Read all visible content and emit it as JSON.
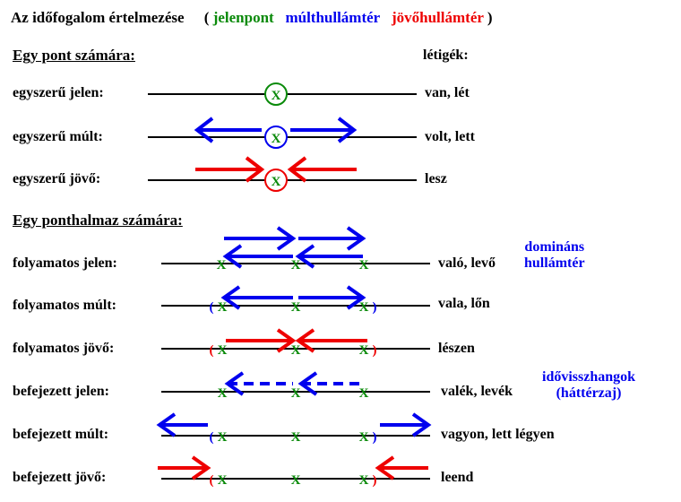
{
  "title": {
    "main": "Az időfogalom értelmezése",
    "open_paren": "(",
    "present": "jelenpont",
    "past": "múlthullámtér",
    "future": "jövőhullámtér",
    "close_paren": ")"
  },
  "colors": {
    "present": "#0a8a0a",
    "past": "#0000ee",
    "future": "#ee0000",
    "line": "#000000"
  },
  "section1": {
    "header": "Egy pont számára:",
    "verbs_header": "létigék:",
    "rows": [
      {
        "label": "egyszerű jelen:",
        "verb": "van, lét",
        "marker": "X"
      },
      {
        "label": "egyszerű múlt:",
        "verb": "volt, lett",
        "marker": "X"
      },
      {
        "label": "egyszerű jövő:",
        "verb": "lesz",
        "marker": "X"
      }
    ]
  },
  "section2": {
    "header": "Egy ponthalmaz számára:",
    "rows": [
      {
        "label": "folyamatos jelen:",
        "verb": "való, levő",
        "markers": [
          "X",
          "X",
          "X"
        ]
      },
      {
        "label": "folyamatos múlt:",
        "verb": "vala, lőn",
        "markers": [
          "X",
          "X",
          "X"
        ],
        "open": "(",
        "close": ")"
      },
      {
        "label": "folyamatos jövő:",
        "verb": "lészen",
        "markers": [
          "X",
          "X",
          "X"
        ],
        "open": "(",
        "close": ")"
      },
      {
        "label": "befejezett jelen:",
        "verb": "valék, levék",
        "markers": [
          "X",
          "X",
          "X"
        ]
      },
      {
        "label": "befejezett múlt:",
        "verb": "vagyon, lett légyen",
        "markers": [
          "X",
          "X",
          "X"
        ],
        "open": "(",
        "close": ")"
      },
      {
        "label": "befejezett jövő:",
        "verb": "leend",
        "markers": [
          "X",
          "X",
          "X"
        ],
        "open": "(",
        "close": ")"
      }
    ]
  },
  "notes": {
    "dominant_line1": "domináns",
    "dominant_line2": "hullámtér",
    "echo_line1": "idővisszhangok",
    "echo_line2": "(háttérzaj)"
  }
}
